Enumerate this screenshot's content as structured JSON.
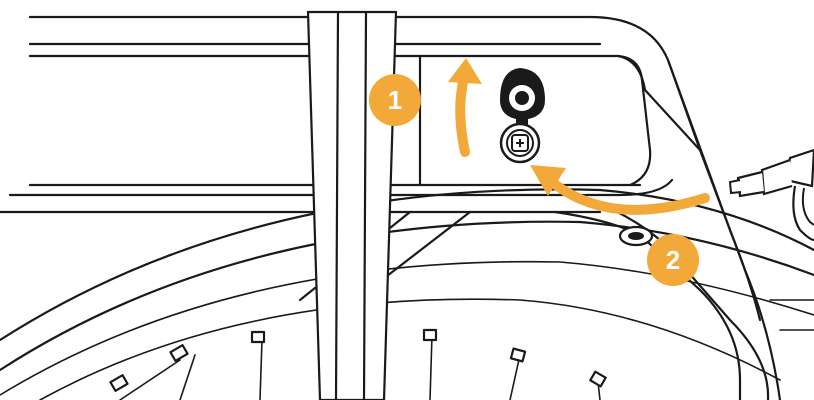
{
  "steps": [
    {
      "number": "1"
    },
    {
      "number": "2"
    }
  ],
  "colors": {
    "accent": "#F3A93A",
    "line": "#1a1a1a",
    "background": "#ffffff"
  },
  "icons": {
    "step1": "curved-up-arrow",
    "step2": "curved-left-arrow",
    "port": "charging-port",
    "plug": "charger-plug"
  }
}
